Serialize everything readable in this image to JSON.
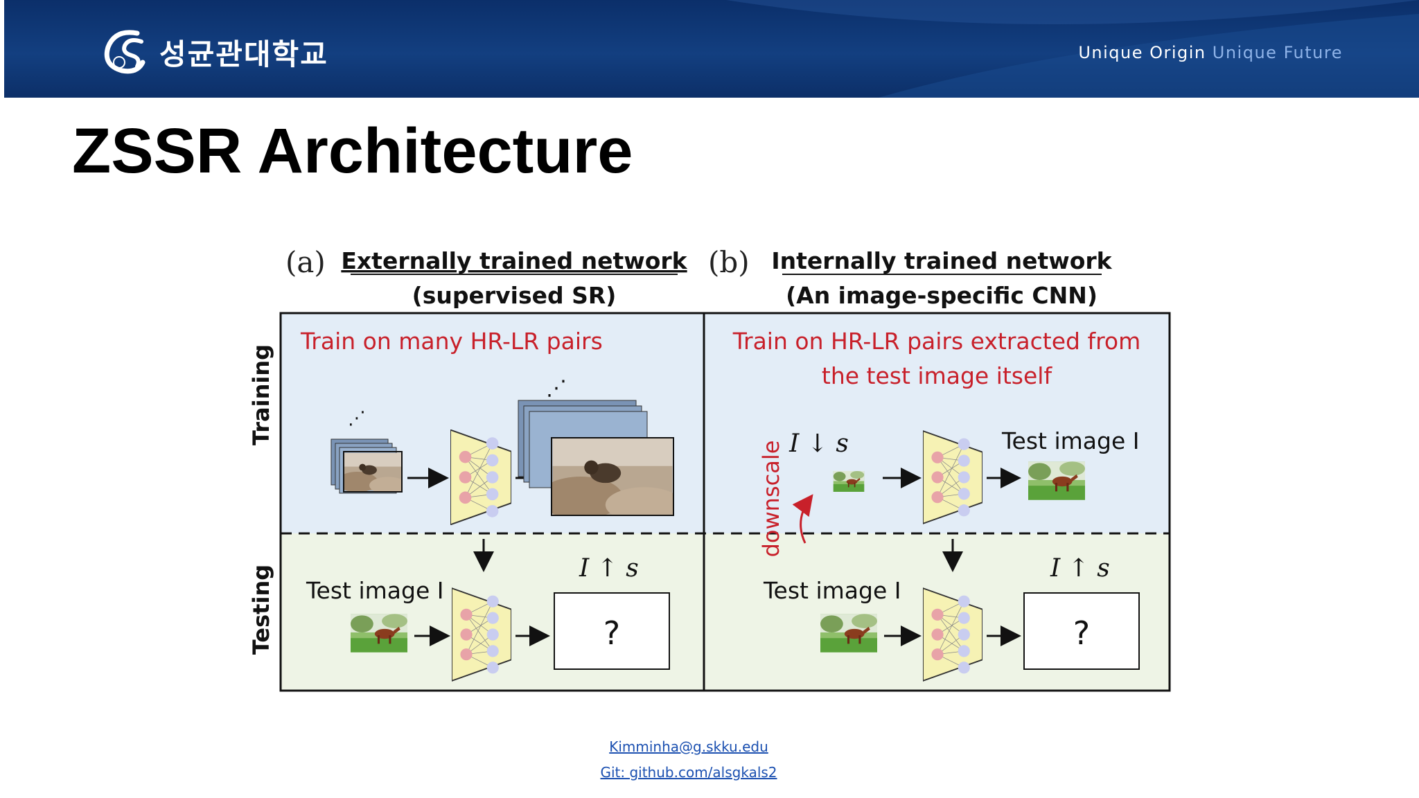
{
  "header": {
    "logo_text": "성균관대학교",
    "tagline_a": "Unique Origin",
    "tagline_b": "Unique Future"
  },
  "slide": {
    "title": "ZSSR Architecture"
  },
  "figure": {
    "panel_a": {
      "marker": "(a)",
      "heading_line1": "Externally trained network",
      "heading_line2": "(supervised SR)",
      "train_text": "Train on many HR-LR pairs",
      "test_label": "Test image I",
      "output_label": "I ↑ s",
      "output_box": "?"
    },
    "panel_b": {
      "marker": "(b)",
      "heading_line1": "Internally trained network",
      "heading_line2": "(An image-specific CNN)",
      "train_text_line1": "Train on HR-LR pairs extracted from",
      "train_text_line2": "the test image itself",
      "down_label": "I ↓ s",
      "test_image_top": "Test image I",
      "downscale": "downscale",
      "test_label": "Test image I",
      "output_label": "I ↑ s",
      "output_box": "?"
    },
    "row_labels": {
      "training": "Training",
      "testing": "Testing"
    },
    "colors": {
      "train_bg": "#e3edf7",
      "test_bg": "#eef4e6",
      "red_text": "#c8202a",
      "net_fill": "#f6f2b4",
      "node_red": "#e8a3a8",
      "node_blue": "#c9cdf0"
    }
  },
  "footer": {
    "email": "Kimminha@g.skku.edu",
    "git": "Git: github.com/alsgkals2"
  }
}
